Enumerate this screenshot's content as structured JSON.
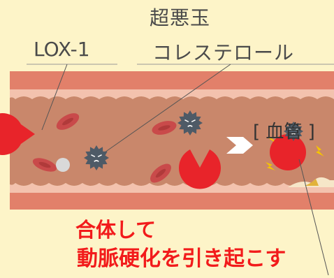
{
  "labels": {
    "top": "超悪玉",
    "lox": "LOX-1",
    "cholesterol": "コレステロール",
    "vessel": "[ 血管 ]"
  },
  "caption": {
    "line1": "合体して",
    "line2": "動脈硬化を引き起こす"
  },
  "colors": {
    "background": "#FDF4C8",
    "vessel_wall": "#E2806A",
    "vessel_inner": "#F3C2AE",
    "blood": "#C9876B",
    "lox_red": "#E8242A",
    "cholesterol": "#4E5A66",
    "blood_cell": "#C94A4A",
    "caption": "#F21B1B",
    "spark": "#F5C400"
  },
  "icons": [
    "lox1-receptor-icon",
    "super-bad-cholesterol-icon",
    "red-blood-cell-icon",
    "white-particle-icon",
    "arrow-right-icon",
    "spark-icon",
    "plaque-icon"
  ]
}
